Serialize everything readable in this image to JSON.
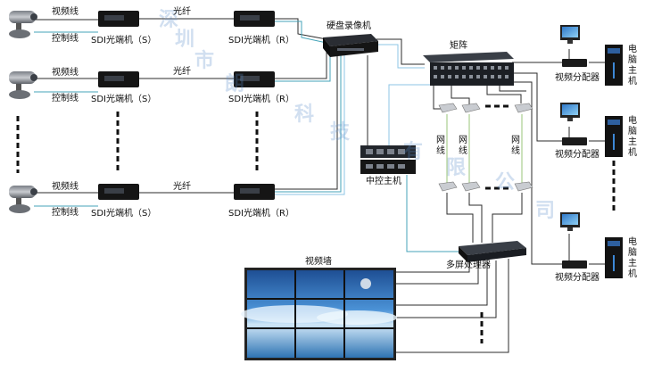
{
  "labels": {
    "video_line": "视频线",
    "control_line": "控制线",
    "fiber": "光纤",
    "sdi_send": "SDI光端机（S）",
    "sdi_recv": "SDI光端机（R）",
    "dvr": "硬盘录像机",
    "matrix": "矩阵",
    "central_controller": "中控主机",
    "network_cable": "网线",
    "video_distributor": "视频分配器",
    "pc_host": "电脑主机",
    "multi_screen_processor": "多屏处理器",
    "video_wall": "视频墙"
  },
  "watermark": [
    "深",
    "圳",
    "市",
    "朗",
    "科",
    "技",
    "有",
    "限",
    "公",
    "司"
  ],
  "colors": {
    "line_dark": "#2b2b2b",
    "line_teal": "#44a3b8",
    "line_lightblue": "#8cc6e6",
    "line_green": "#9ac47a",
    "device_black": "#151515",
    "rack_gray": "#3a3f47",
    "sky": "#3d83c8"
  },
  "icons": {
    "camera": "cctv-camera-icon",
    "optical_transceiver": "sdi-transceiver-icon",
    "dvr": "dvr-icon",
    "matrix": "matrix-switcher-icon",
    "controller": "central-controller-icon",
    "distributor": "video-distributor-icon",
    "monitor": "monitor-icon",
    "tower": "pc-tower-icon",
    "converter": "network-converter-icon",
    "processor": "multi-screen-processor-icon"
  }
}
